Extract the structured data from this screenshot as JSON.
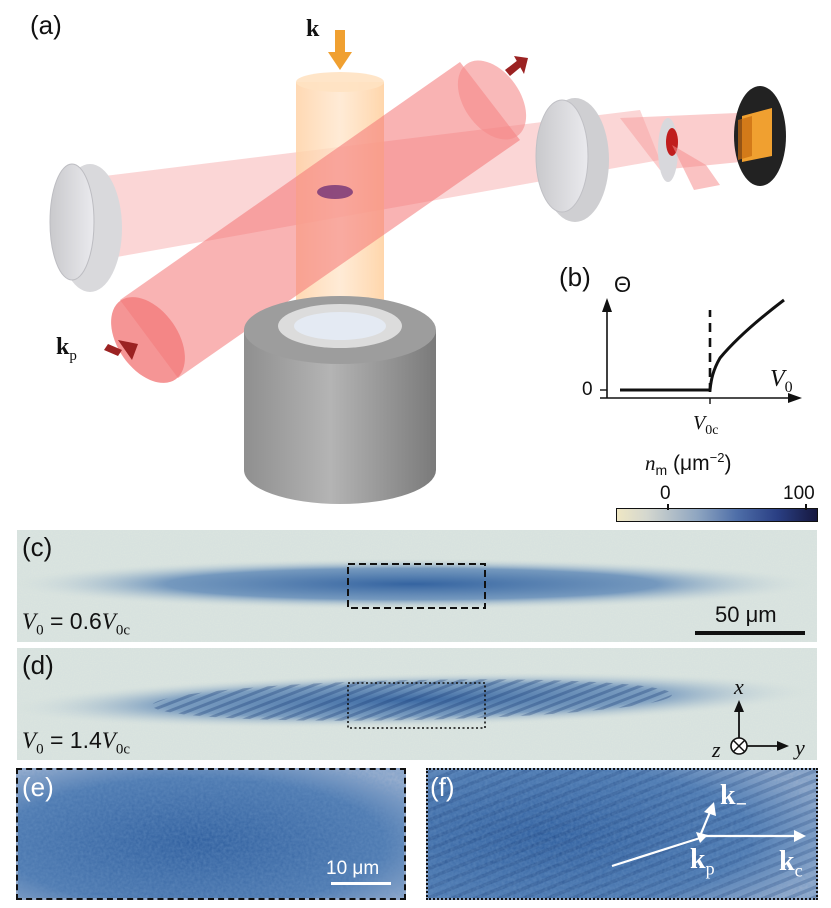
{
  "panels": {
    "a": "(a)",
    "b": "(b)",
    "c": "(c)",
    "d": "(d)",
    "e": "(e)",
    "f": "(f)"
  },
  "setup": {
    "k_label": "k",
    "kp_label": "k",
    "kp_sub": "p"
  },
  "plot_b": {
    "y_label": "Θ",
    "x_label": "V",
    "x_label_sub": "0",
    "y_tick_zero": "0",
    "x_tick_label": "V",
    "x_tick_sub": "0c"
  },
  "colorbar": {
    "label_n": "n",
    "label_sub": "m",
    "label_unit": "(μm",
    "label_exp": "−2",
    "label_close": ")",
    "tick_min": "0",
    "tick_max": "100",
    "color_low": "#efe7c4",
    "color_high": "#16183f"
  },
  "panel_c": {
    "v_label": "V",
    "v_sub": "0",
    "v_eq": " = 0.6",
    "v_ref": "V",
    "v_ref_sub": "0c",
    "scalebar": "50 μm"
  },
  "panel_d": {
    "v_label": "V",
    "v_sub": "0",
    "v_eq": " = 1.4",
    "v_ref": "V",
    "v_ref_sub": "0c",
    "axis_x": "x",
    "axis_y": "y",
    "axis_z": "z"
  },
  "panel_e": {
    "scalebar": "10 μm"
  },
  "panel_f": {
    "k_minus": "k",
    "k_minus_sub": "−",
    "k_p": "k",
    "k_p_sub": "p",
    "k_c": "k",
    "k_c_sub": "c"
  },
  "colors": {
    "cloud": "#2e5f9e",
    "noise_bg": "#dde6df",
    "beam_red": "#f06464",
    "beam_orange": "#ffc896",
    "arrow_orange": "#f0a030",
    "arrow_dark_red": "#9b2222"
  }
}
